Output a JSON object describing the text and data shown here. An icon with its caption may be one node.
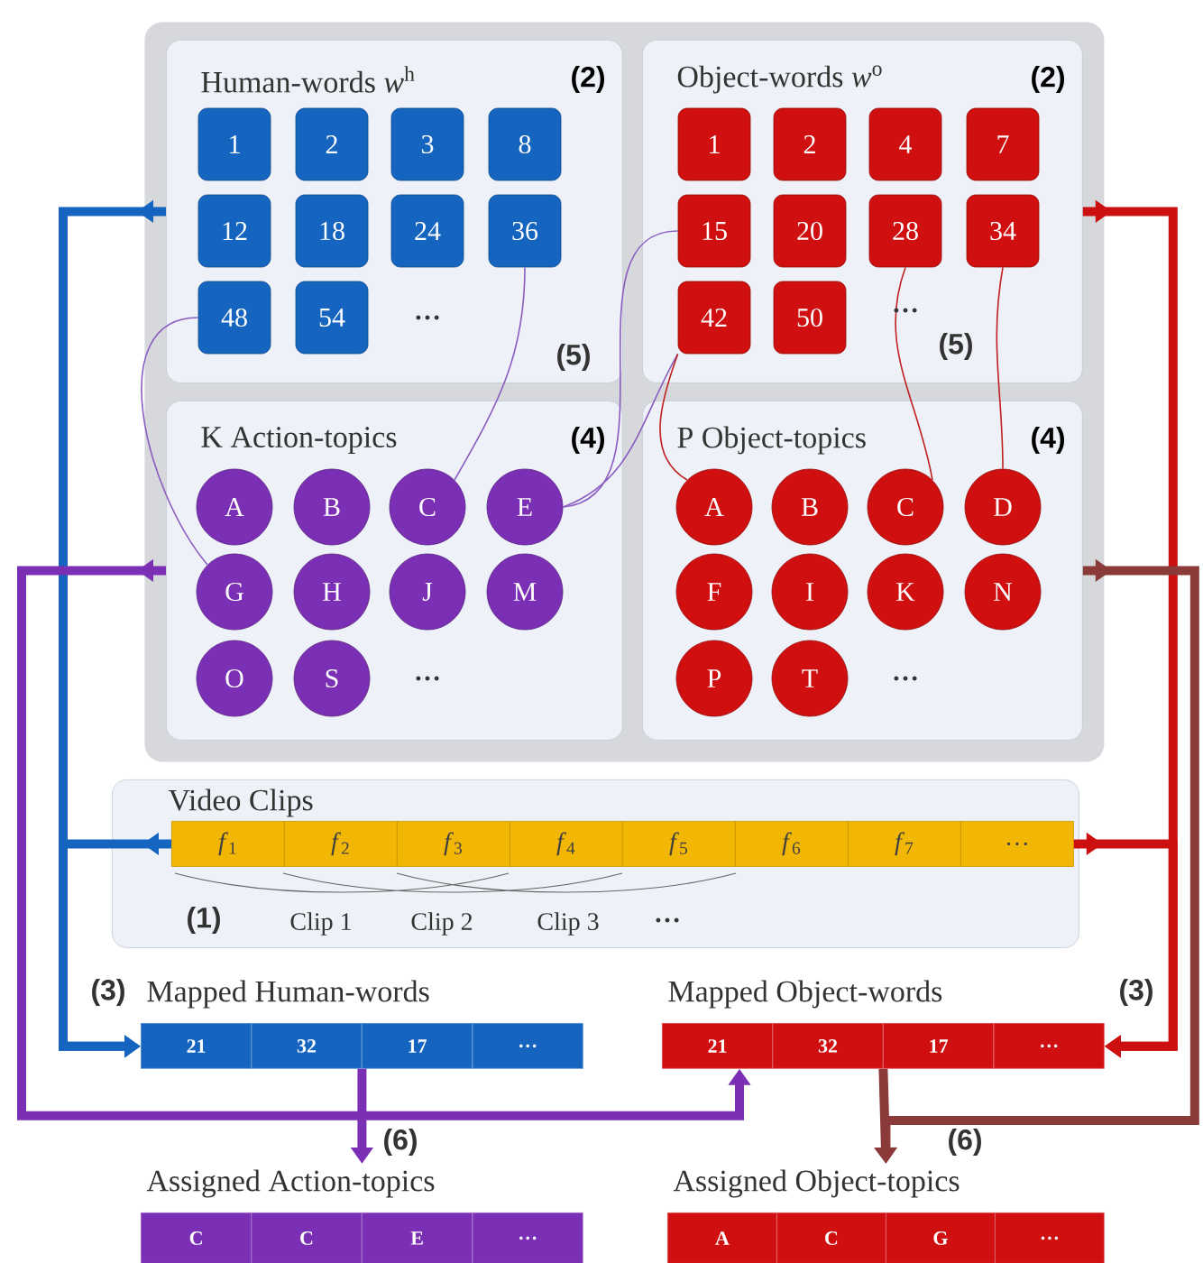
{
  "diagram": {
    "nodes": [
      {
        "text": [],
        "shape": "box"
      },
      {
        "text": [
          "Human-words *w*$^{h}$",
          "(2)"
        ],
        "in": 0
      },
      {
        "text": [
          "1"
        ],
        "in": 1
      },
      {
        "text": [
          "2"
        ],
        "in": 1
      },
      {
        "text": [
          "3"
        ],
        "in": 1
      },
      {
        "text": [
          "8"
        ],
        "in": 1
      },
      {
        "text": [
          "12"
        ],
        "in": 1
      },
      {
        "text": [
          "18"
        ],
        "in": 1
      },
      {
        "text": [
          "24"
        ],
        "in": 1
      },
      {
        "text": [
          "36"
        ],
        "in": 1
      },
      {
        "text": [
          "48"
        ],
        "in": 1
      },
      {
        "text": [
          "54"
        ],
        "in": 1
      },
      {
        "text": [
          "Object-words *w*$^{o}$",
          "(2)"
        ],
        "in": 0
      },
      {
        "text": [
          "1"
        ],
        "in": 12
      },
      {
        "text": [
          "2"
        ],
        "in": 12
      },
      {
        "text": [
          "4"
        ],
        "in": 12
      },
      {
        "text": [
          "7"
        ],
        "in": 12
      },
      {
        "text": [
          "15"
        ],
        "in": 12
      },
      {
        "text": [
          "20"
        ],
        "in": 12
      },
      {
        "text": [
          "28"
        ],
        "in": 12
      },
      {
        "text": [
          "34"
        ],
        "in": 12
      },
      {
        "text": [
          "42"
        ],
        "in": 12
      },
      {
        "text": [
          "50"
        ],
        "in": 12
      },
      {
        "text": [
          "K Action-topics",
          "(4)"
        ],
        "in": 0
      },
      {
        "text": [
          "A"
        ],
        "in": 23
      },
      {
        "text": [
          "B"
        ],
        "in": 23
      },
      {
        "text": [
          "C"
        ],
        "in": 23
      },
      {
        "text": [
          "E"
        ],
        "in": 23
      },
      {
        "text": [
          "G"
        ],
        "in": 23
      },
      {
        "text": [
          "H"
        ],
        "in": 23
      },
      {
        "text": [
          "J"
        ],
        "in": 23
      },
      {
        "text": [
          "M"
        ],
        "in": 23
      },
      {
        "text": [
          "O"
        ],
        "in": 23
      },
      {
        "text": [
          "S"
        ],
        "in": 23
      },
      {
        "text": [
          "P Object-topics",
          "(4)"
        ],
        "in": 0
      },
      {
        "text": [
          "A"
        ],
        "in": 34
      },
      {
        "text": [
          "B"
        ],
        "in": 34
      },
      {
        "text": [
          "C"
        ],
        "in": 34
      },
      {
        "text": [
          "D"
        ],
        "in": 34
      },
      {
        "text": [
          "F"
        ],
        "in": 34
      },
      {
        "text": [
          "I"
        ],
        "in": 34
      },
      {
        "text": [
          "K"
        ],
        "in": 34
      },
      {
        "text": [
          "N"
        ],
        "in": 34
      },
      {
        "text": [
          "P"
        ],
        "in": 34
      },
      {
        "text": [
          "T"
        ],
        "in": 34
      },
      {
        "text": [
          "Video Clips"
        ]
      },
      {
        "text": [],
        "shape": "bar",
        "in": 45
      },
      {
        "text": [
          "*f*$_{1}$"
        ],
        "in": 46
      },
      {
        "text": [
          "*f*$_{2}$"
        ],
        "in": 46
      },
      {
        "text": [
          "*f*$_{3}$"
        ],
        "in": 46
      },
      {
        "text": [
          "*f*$_{4}$"
        ],
        "in": 46
      },
      {
        "text": [
          "*f*$_{5}$"
        ],
        "in": 46
      },
      {
        "text": [
          "*f*$_{6}$"
        ],
        "in": 46
      },
      {
        "text": [
          "*f*$_{7}$"
        ],
        "in": 46
      },
      {
        "text": [
          "…"
        ],
        "in": 46
      },
      {
        "text": [
          "Mapped Human-words"
        ]
      },
      {
        "text": [
          "21"
        ],
        "in": 55
      },
      {
        "text": [
          "32"
        ],
        "in": 55
      },
      {
        "text": [
          "17"
        ],
        "in": 55
      },
      {
        "text": [
          "…"
        ],
        "in": 55
      },
      {
        "text": [
          "Mapped Object-words"
        ]
      },
      {
        "text": [
          "21"
        ],
        "in": 60
      },
      {
        "text": [
          "32"
        ],
        "in": 60
      },
      {
        "text": [
          "17"
        ],
        "in": 60
      },
      {
        "text": [
          "…"
        ],
        "in": 60
      },
      {
        "text": [
          "Assigned Action-topics"
        ]
      },
      {
        "text": [
          "C"
        ],
        "in": 65
      },
      {
        "text": [
          "C"
        ],
        "in": 65
      },
      {
        "text": [
          "E"
        ],
        "in": 65
      },
      {
        "text": [
          "…"
        ],
        "in": 65
      },
      {
        "text": [
          "Assigned Object-topics"
        ]
      },
      {
        "text": [
          "A"
        ],
        "in": 70
      },
      {
        "text": [
          "C"
        ],
        "in": 70
      },
      {
        "text": [
          "G"
        ],
        "in": 70
      },
      {
        "text": [
          "…"
        ],
        "in": 70
      }
    ],
    "edges": [
      {
        "from": 1,
        "to": 55,
        "arrow": "to",
        "color": "#1565c0"
      },
      {
        "from": 46,
        "to": 55,
        "arrow": "to",
        "color": "#1565c0"
      },
      {
        "from": 12,
        "to": 60,
        "arrow": "to",
        "color": "#cc1010"
      },
      {
        "from": 46,
        "to": 60,
        "arrow": "to",
        "color": "#cc1010"
      },
      {
        "from": 23,
        "to": 60,
        "arrow": "to",
        "color": "#7b2fb5"
      },
      {
        "from": 55,
        "to": 65,
        "arrow": "to",
        "color": "#7b2fb5"
      },
      {
        "from": 34,
        "to": 70,
        "arrow": "to",
        "color": "#8b3a3a"
      },
      {
        "from": 60,
        "to": 70,
        "arrow": "to",
        "color": "#8b3a3a"
      },
      {
        "from": 9,
        "to": 26,
        "arrow": "none",
        "color": "#8a5cc0"
      },
      {
        "from": 10,
        "to": 28,
        "arrow": "none",
        "color": "#8a5cc0"
      },
      {
        "from": 17,
        "to": 27,
        "arrow": "none",
        "color": "#8a5cc0"
      },
      {
        "from": 21,
        "to": 27,
        "arrow": "none",
        "color": "#8a5cc0"
      },
      {
        "from": 21,
        "to": 35,
        "arrow": "none",
        "color": "#c02020"
      },
      {
        "from": 19,
        "to": 37,
        "arrow": "none",
        "color": "#c02020"
      },
      {
        "from": 20,
        "to": 38,
        "arrow": "none",
        "color": "#c02020"
      }
    ],
    "labels": [
      "…",
      "…",
      "(5)",
      "(5)",
      "…",
      "…",
      "(1)",
      "Clip 1",
      "Clip 2",
      "Clip 3",
      "…",
      "(3)",
      "(3)",
      "(6)",
      "(6)"
    ]
  }
}
